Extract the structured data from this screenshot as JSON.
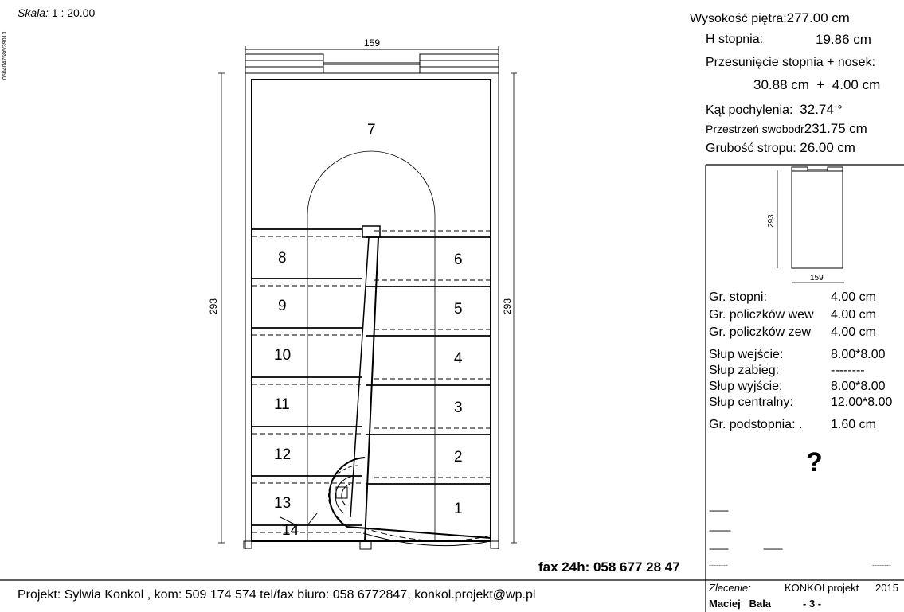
{
  "scale": {
    "label": "Skala:",
    "value": "1 : 20.00"
  },
  "side_code": "0504047586/39013",
  "drawing": {
    "width_dim": "159",
    "height_dim_left": "293",
    "height_dim_right": "293",
    "steps": [
      "1",
      "2",
      "3",
      "4",
      "5",
      "6",
      "7",
      "8",
      "9",
      "10",
      "11",
      "12",
      "13",
      "14"
    ]
  },
  "params": {
    "floor_height_label": "Wysokość piętra:",
    "floor_height": "277.00",
    "unit": "cm",
    "step_height_label": "H stopnia:",
    "step_height": "19.86",
    "offset_label": "Przesunięcie stopnia + nosek:",
    "offset": "30.88",
    "plus": "+",
    "nosing": "4.00",
    "angle_label": "Kąt pochylenia:",
    "angle": "32.74",
    "degree": "°",
    "headroom_label": "Przestrzeń swobodr",
    "headroom": "231.75",
    "slab_label": "Grubość stropu:",
    "slab": "26.00"
  },
  "thumbnail": {
    "height_dim": "293",
    "width_dim": "159"
  },
  "specs": [
    {
      "label": "Gr. stopni:",
      "value": "4.00 cm"
    },
    {
      "label": "Gr. policzków wew",
      "value": "4.00 cm"
    },
    {
      "label": "Gr. policzków zew",
      "value": "4.00 cm"
    },
    {
      "label": "Słup wejście:",
      "value": "8.00*8.00"
    },
    {
      "label": "Słup zabieg:",
      "value": "--------"
    },
    {
      "label": "Słup wyjście:",
      "value": "8.00*8.00"
    },
    {
      "label": "Słup centralny:",
      "value": "12.00*8.00"
    },
    {
      "label": "Gr. podstopnia: .",
      "value": "1.60 cm"
    }
  ],
  "question_mark": "?",
  "placeholders": [
    "--------",
    "---------",
    "--------",
    "--------",
    "--------",
    "--------"
  ],
  "fax": "fax 24h: 058 677 28 47",
  "footer": {
    "project": "Projekt: Sylwia Konkol , kom: 509 174 574  tel/fax biuro: 058 6772847,  konkol.projekt@wp.pl",
    "order_label": "Zlecenie:",
    "company": "KONKOLprojekt",
    "year": "2015",
    "author": "Maciej   Bala",
    "page": "- 3 -"
  }
}
